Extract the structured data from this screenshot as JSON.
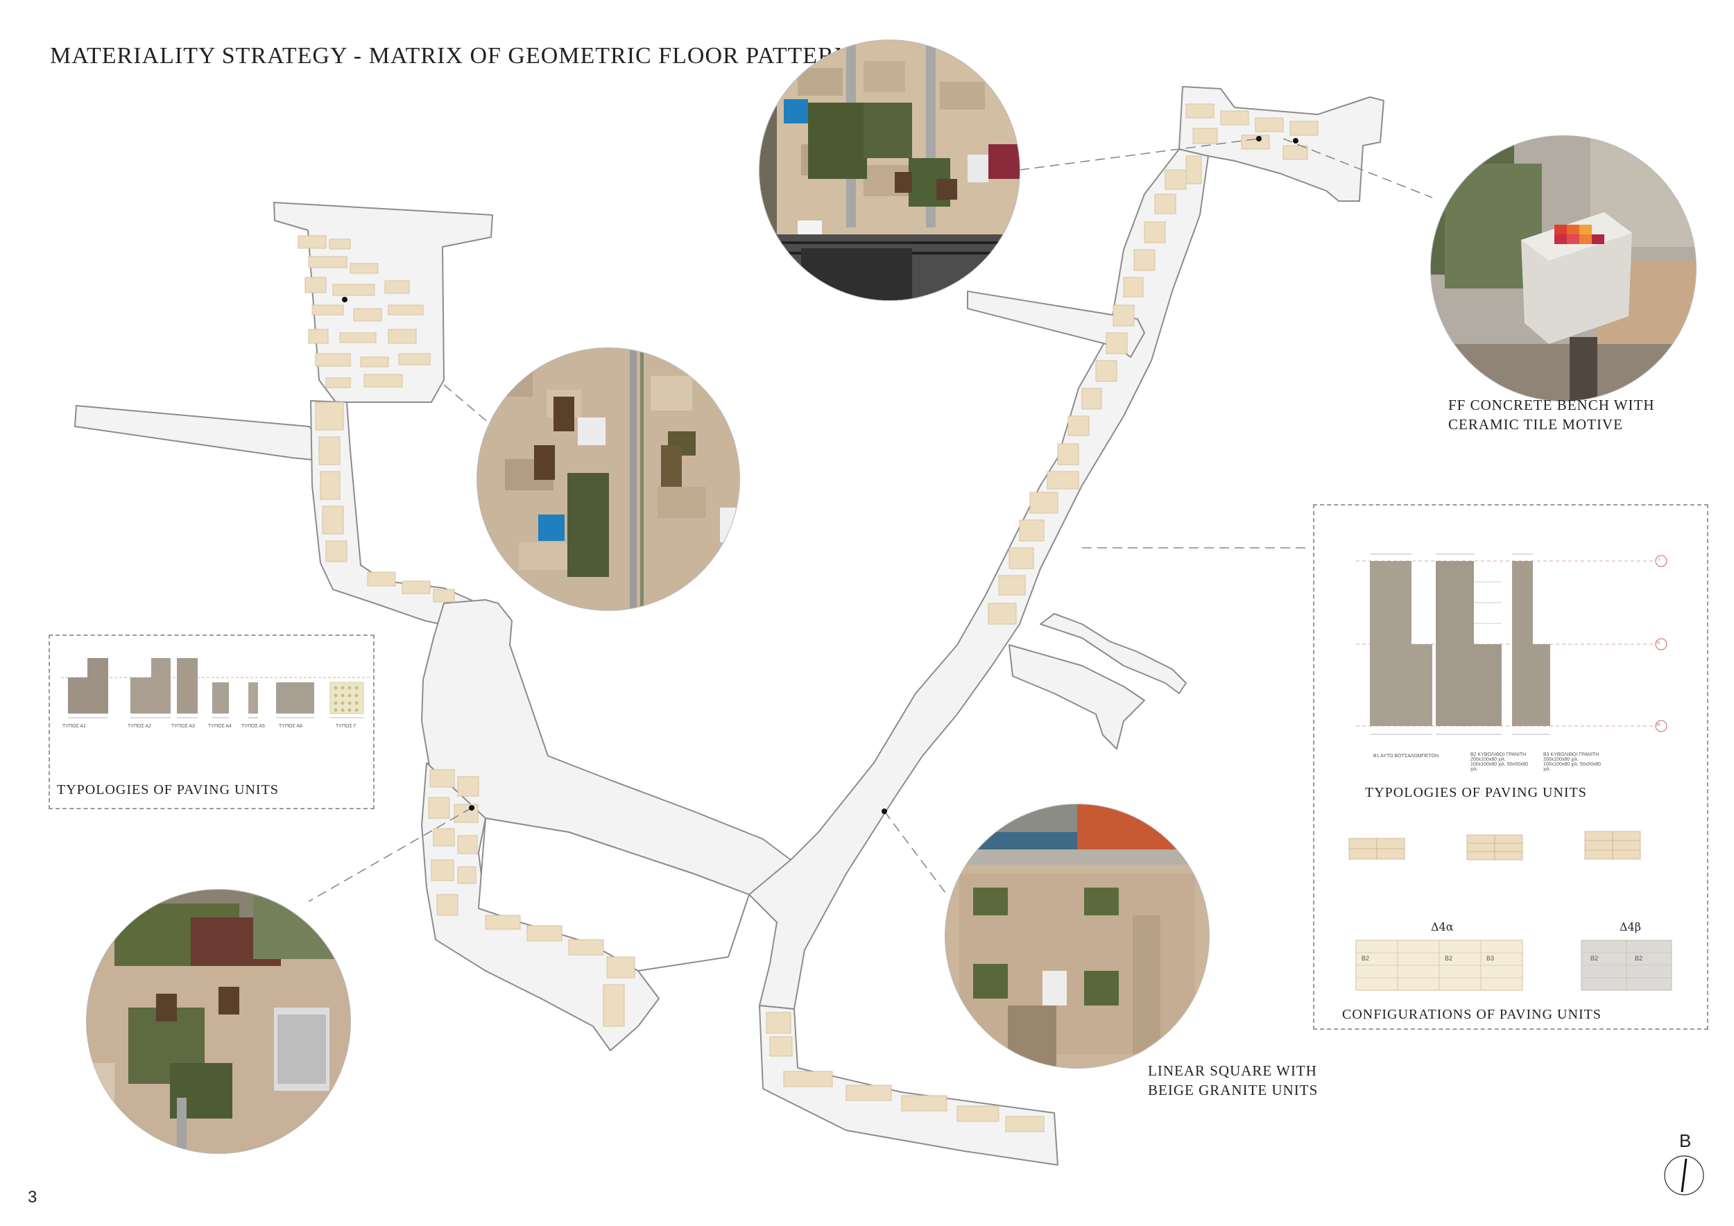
{
  "title": "MATERIALITY  STRATEGY - MATRIX OF GEOMETRIC FLOOR PATTERNS",
  "page_number": "3",
  "north_label": "B",
  "left_panel": {
    "caption": "TYPOLOGIES OF PAVING UNITS",
    "types": [
      "ΤΥΠΟΣ Α1",
      "ΤΥΠΟΣ Α2",
      "ΤΥΠΟΣ Α3",
      "ΤΥΠΟΣ Α4",
      "ΤΥΠΟΣ Α5",
      "ΤΥΠΟΣ Α6",
      "ΤΥΠΟΣ Γ"
    ]
  },
  "right_panel": {
    "typologies_caption": "TYPOLOGIES OF PAVING UNITS",
    "configurations_caption": "CONFIGURATIONS OF PAVING UNITS",
    "markers": [
      "I",
      "II",
      "III"
    ],
    "unit_notes": [
      "Β1 ΑΥΤΟ ΒΟΤΣΑΛΟΜΠΕΤΟΝ",
      "Β2 ΚΥΒΟΛΙΘΟΙ ΓΡΑΝΙΤΗ 200x100x80 χιλ. 100x100x80 χιλ. 50x50x80 χιλ.",
      "Β3 ΚΥΒΟΛΙΘΟΙ ΓΡΑΝΙΤΗ 200x100x80 χιλ. 100x100x80 χιλ. 50x50x80 χιλ."
    ],
    "config_labels": [
      "Δ4α",
      "Δ4β"
    ],
    "cell_labels": [
      "Β2",
      "Β3"
    ]
  },
  "captions": {
    "bench": [
      "FF CONCRETE  BENCH WITH",
      "CERAMIC TILE MOTIVE"
    ],
    "linear_square": [
      "LINEAR SQUARE WITH",
      "BEIGE GRANITE UNITS"
    ]
  },
  "colors": {
    "paving_beige": "#ecdcc0",
    "path_grey": "#f2f2f2",
    "outline": "#8a8a8a",
    "stone_dark": "#a39686",
    "stone_mid": "#b5aa9b"
  }
}
